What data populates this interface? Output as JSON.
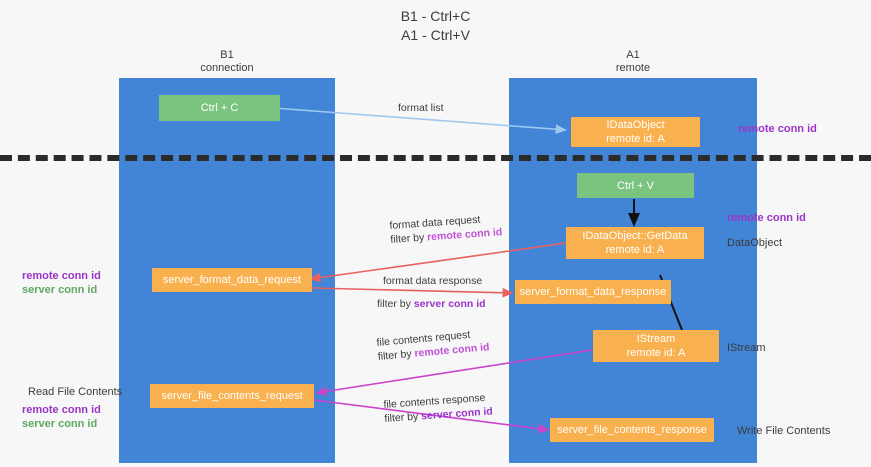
{
  "title": {
    "line1": "B1 - Ctrl+C",
    "line2": "A1 - Ctrl+V"
  },
  "lanes": [
    {
      "id": "b1",
      "name": "B1",
      "role": "connection"
    },
    {
      "id": "a1",
      "name": "A1",
      "role": "remote"
    }
  ],
  "nodes": {
    "ctrl_c": {
      "label": "Ctrl + C"
    },
    "idataobject": {
      "label": "IDataObject",
      "sub": "remote id: A"
    },
    "ctrl_v": {
      "label": "Ctrl + V"
    },
    "getdata": {
      "label": "IDataObject::GetData",
      "sub": "remote id: A"
    },
    "fmt_req": {
      "label": "server_format_data_request"
    },
    "fmt_resp": {
      "label": "server_format_data_response"
    },
    "istream": {
      "label": "IStream",
      "sub": "remote id: A"
    },
    "file_req": {
      "label": "server_file_contents_request"
    },
    "file_resp": {
      "label": "server_file_contents_response"
    }
  },
  "edge_labels": {
    "format_list": {
      "text": "format list"
    },
    "fmt_request_l1": {
      "text": "format data request"
    },
    "fmt_request_l2_pre": {
      "text": "filter by "
    },
    "fmt_request_l2_hl": {
      "text": "remote conn id"
    },
    "fmt_response_l1": {
      "text": "format data response"
    },
    "fmt_response_l2_pre": {
      "text": "filter by "
    },
    "fmt_response_l2_hl": {
      "text": "server conn id"
    },
    "file_request_l1": {
      "text": "file contents request"
    },
    "file_request_l2_pre": {
      "text": "filter by "
    },
    "file_request_l2_hl": {
      "text": "remote conn id"
    },
    "file_response_l1": {
      "text": "file contents response"
    },
    "file_response_l2_pre": {
      "text": "filter by "
    },
    "file_response_l2_hl": {
      "text": "server conn id"
    }
  },
  "annotations": {
    "right_remote_conn_1": "remote conn id",
    "right_remote_conn_2": "remote conn id",
    "right_dataobject": "DataObject",
    "right_istream": "IStream",
    "right_write_file": "Write File Contents",
    "left_remote_conn_1": "remote conn id",
    "left_server_conn_1": "server conn id",
    "left_read_file": "Read File Contents",
    "left_remote_conn_2": "remote conn id",
    "left_server_conn_2": "server conn id"
  },
  "colors": {
    "lane": "#4285d6",
    "green_node": "#7bc47f",
    "orange_node": "#f9b04e",
    "purple_text": "#9b34c9",
    "magenta_text": "#c152d6",
    "green_text": "#5fa862",
    "blue_arrow": "#9ec9ef",
    "red_arrow": "#e8615e",
    "magenta_arrow": "#cc44cc",
    "black_arrow": "#111111",
    "background": "#f7f7f7"
  }
}
